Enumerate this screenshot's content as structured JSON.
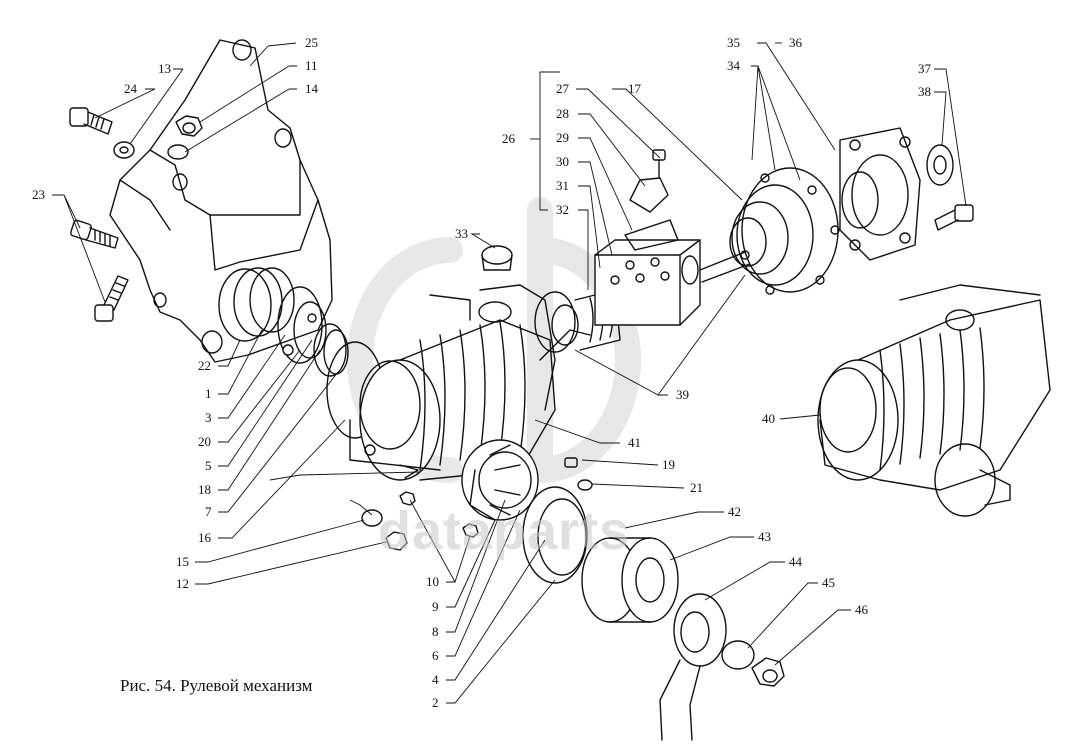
{
  "caption": "Рис. 54. Рулевой механизм",
  "watermark": {
    "text": "dataparts",
    "logo": "dp-logo"
  },
  "colors": {
    "line": "#111111",
    "paper": "#ffffff",
    "watermark": "#c7c7c7"
  },
  "labels": [
    "1",
    "2",
    "3",
    "4",
    "5",
    "6",
    "7",
    "8",
    "9",
    "10",
    "11",
    "12",
    "13",
    "14",
    "15",
    "16",
    "17",
    "18",
    "19",
    "20",
    "21",
    "22",
    "23",
    "24",
    "25",
    "26",
    "27",
    "28",
    "29",
    "30",
    "31",
    "32",
    "33",
    "34",
    "35",
    "36",
    "37",
    "38",
    "39",
    "40",
    "41",
    "42",
    "43",
    "44",
    "45",
    "46"
  ]
}
